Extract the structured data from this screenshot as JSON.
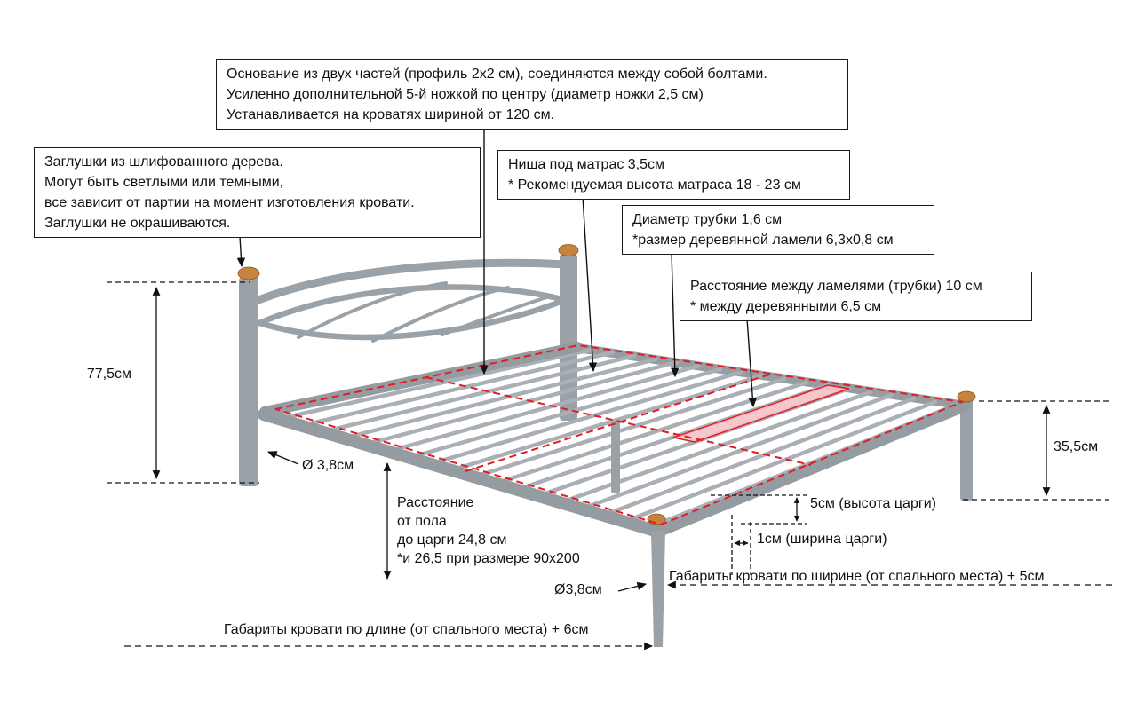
{
  "callouts": {
    "base": {
      "lines": [
        "Основание из двух частей (профиль 2x2 см), соединяются между собой болтами.",
        "Усиленно дополнительной 5-й ножкой по центру (диаметр ножки 2,5 см)",
        "Устанавливается на кроватях шириной от 120 см."
      ]
    },
    "caps": {
      "lines": [
        "Заглушки из шлифованного дерева.",
        "Могут быть светлыми или темными,",
        "все зависит от партии на момент изготовления кровати.",
        "Заглушки не окрашиваются."
      ]
    },
    "mattress_niche": {
      "lines": [
        "Ниша под матрас 3,5см",
        "* Рекомендуемая высота матраса 18 - 23 см"
      ]
    },
    "tube": {
      "lines": [
        "Диаметр трубки 1,6 см",
        "*размер деревянной ламели 6,3x0,8 см"
      ]
    },
    "slat_spacing": {
      "lines": [
        "Расстояние между ламелями (трубки) 10 см",
        "* между деревянными 6,5 см"
      ]
    }
  },
  "dimensions": {
    "headboard_height": "77,5см",
    "footboard_height": "35,5см",
    "leg_diameter_head": "Ø 3,8см",
    "leg_diameter_foot": "Ø3,8см",
    "rail_height": "5см (высота царги)",
    "rail_width": "1см (ширина царги)",
    "floor_to_rail": {
      "lines": [
        "Расстояние",
        "от пола",
        "до царги 24,8 см",
        "*и 26,5 при размере 90x200"
      ]
    },
    "overall_width": "Габариты кровати по ширине (от спального места) + 5см",
    "overall_length": "Габариты кровати по длине (от спального места) + 6см"
  },
  "colors": {
    "frame_gray": "#9aa1a7",
    "rail_gray": "#949ba1",
    "slat_gray": "#a9afb5",
    "wood_cap_orange": "#c8823e",
    "highlight_red": "#e31c25",
    "highlight_pink": "#f4c2c9",
    "line_black": "#111111"
  }
}
